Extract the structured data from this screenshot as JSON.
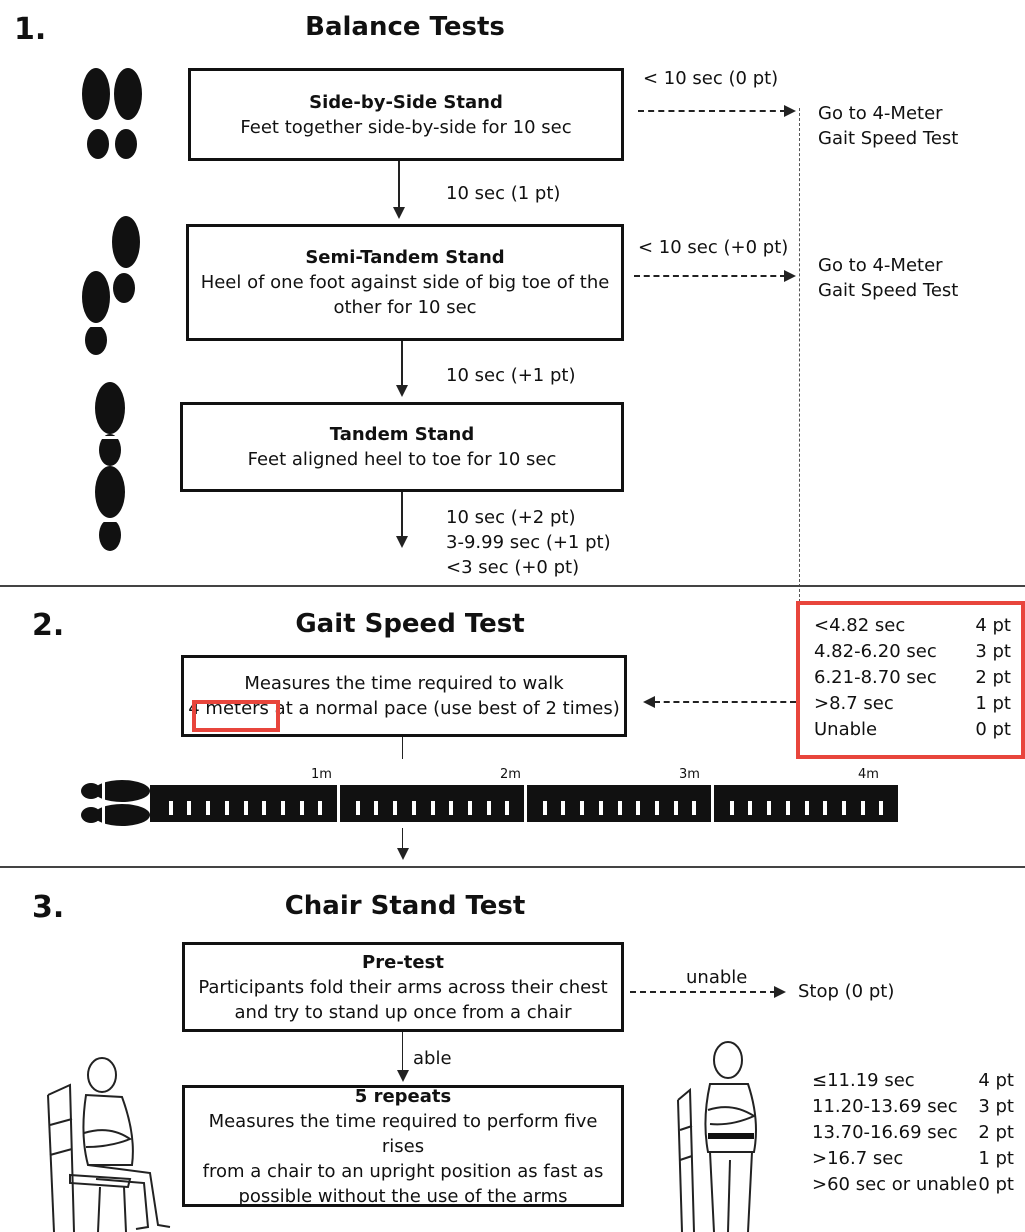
{
  "section1": {
    "number": "1.",
    "title": "Balance Tests",
    "side_by_side": {
      "heading": "Side-by-Side Stand",
      "desc": "Feet together side-by-side for 10 sec"
    },
    "semi_tandem": {
      "heading": "Semi-Tandem Stand",
      "desc_line1": "Heel of one foot against side of big toe of the",
      "desc_line2": "other for 10 sec"
    },
    "tandem": {
      "heading": "Tandem Stand",
      "desc": "Feet aligned heel to toe for 10 sec"
    },
    "fail1": "< 10 sec (0 pt)",
    "pass1": "10 sec (1 pt)",
    "fail2": "< 10 sec (+0 pt)",
    "pass2": "10 sec (+1 pt)",
    "goto1_line1": "Go to 4-Meter",
    "goto1_line2": "Gait Speed Test",
    "goto2_line1": "Go to 4-Meter",
    "goto2_line2": "Gait Speed Test",
    "tandem_scores": [
      "10 sec (+2 pt)",
      "3-9.99 sec (+1 pt)",
      "<3 sec (+0 pt)"
    ]
  },
  "section2": {
    "number": "2.",
    "title": "Gait Speed Test",
    "desc_line1": "Measures the time required to walk",
    "desc_line2_highlight": "4 meters",
    "desc_line2_rest": " at a normal pace (use best of 2 times)",
    "scores": [
      {
        "range": "<4.82 sec",
        "pts": "4 pt"
      },
      {
        "range": "4.82-6.20 sec",
        "pts": "3 pt"
      },
      {
        "range": "6.21-8.70 sec",
        "pts": "2 pt"
      },
      {
        "range": ">8.7 sec",
        "pts": "1 pt"
      },
      {
        "range": "Unable",
        "pts": "0 pt"
      }
    ],
    "ruler_labels": [
      "1m",
      "2m",
      "3m",
      "4m"
    ],
    "highlight_color": "#e8453c"
  },
  "section3": {
    "number": "3.",
    "title": "Chair Stand Test",
    "pretest": {
      "heading": "Pre-test",
      "line1": "Participants fold their arms across their chest",
      "line2": "and try to stand up once from a chair"
    },
    "unable": "unable",
    "stop": "Stop (0 pt)",
    "able": "able",
    "repeats": {
      "heading": "5 repeats",
      "line1": "Measures the time required to perform five rises",
      "line2": "from a chair to an upright position as fast as",
      "line3": "possible without the use of the arms"
    },
    "scores": [
      {
        "range": "≤11.19 sec",
        "pts": "4 pt"
      },
      {
        "range": "11.20-13.69 sec",
        "pts": "3 pt"
      },
      {
        "range": "13.70-16.69 sec",
        "pts": "2 pt"
      },
      {
        "range": ">16.7 sec",
        "pts": "1 pt"
      },
      {
        "range": ">60 sec or unable",
        "pts": "0 pt"
      }
    ]
  }
}
